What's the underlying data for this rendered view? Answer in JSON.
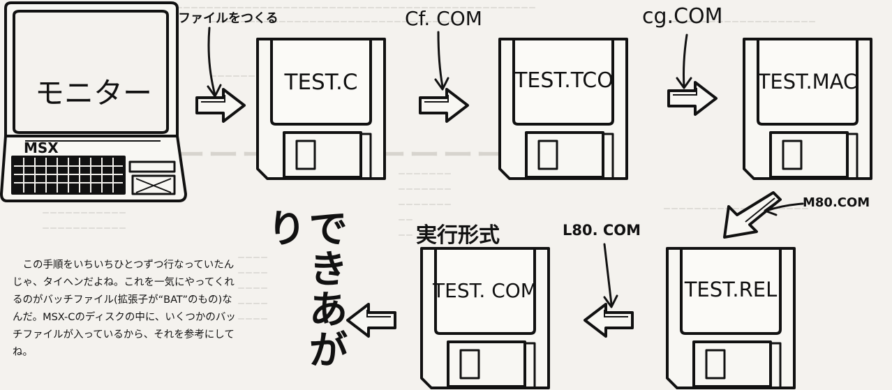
{
  "diagram": {
    "monitor_label": "モニター",
    "computer_brand": "MSX",
    "step_labels": {
      "make_file": "ファイルをつくる",
      "cf": "Cf. COM",
      "cg": "cg.COM",
      "m80": "M80.COM",
      "l80": "L80. COM",
      "executable": "実行形式"
    },
    "disks": {
      "test_c": "TEST.C",
      "test_tco": "TEST.TCO",
      "test_mac": "TEST.MAC",
      "test_rel": "TEST.REL",
      "test_com": "TEST. COM"
    },
    "done_label": "できあがり"
  },
  "caption": "この手順をいちいちひとつずつ行なっていたんじゃ、タイヘンだよね。これを一気にやってくれるのがバッチファイル(拡張子が“BAT”のもの)なんだ。MSX-Cのディスクの中に、いくつかのバッチファイルが入っているから、それを参考にしてね。"
}
